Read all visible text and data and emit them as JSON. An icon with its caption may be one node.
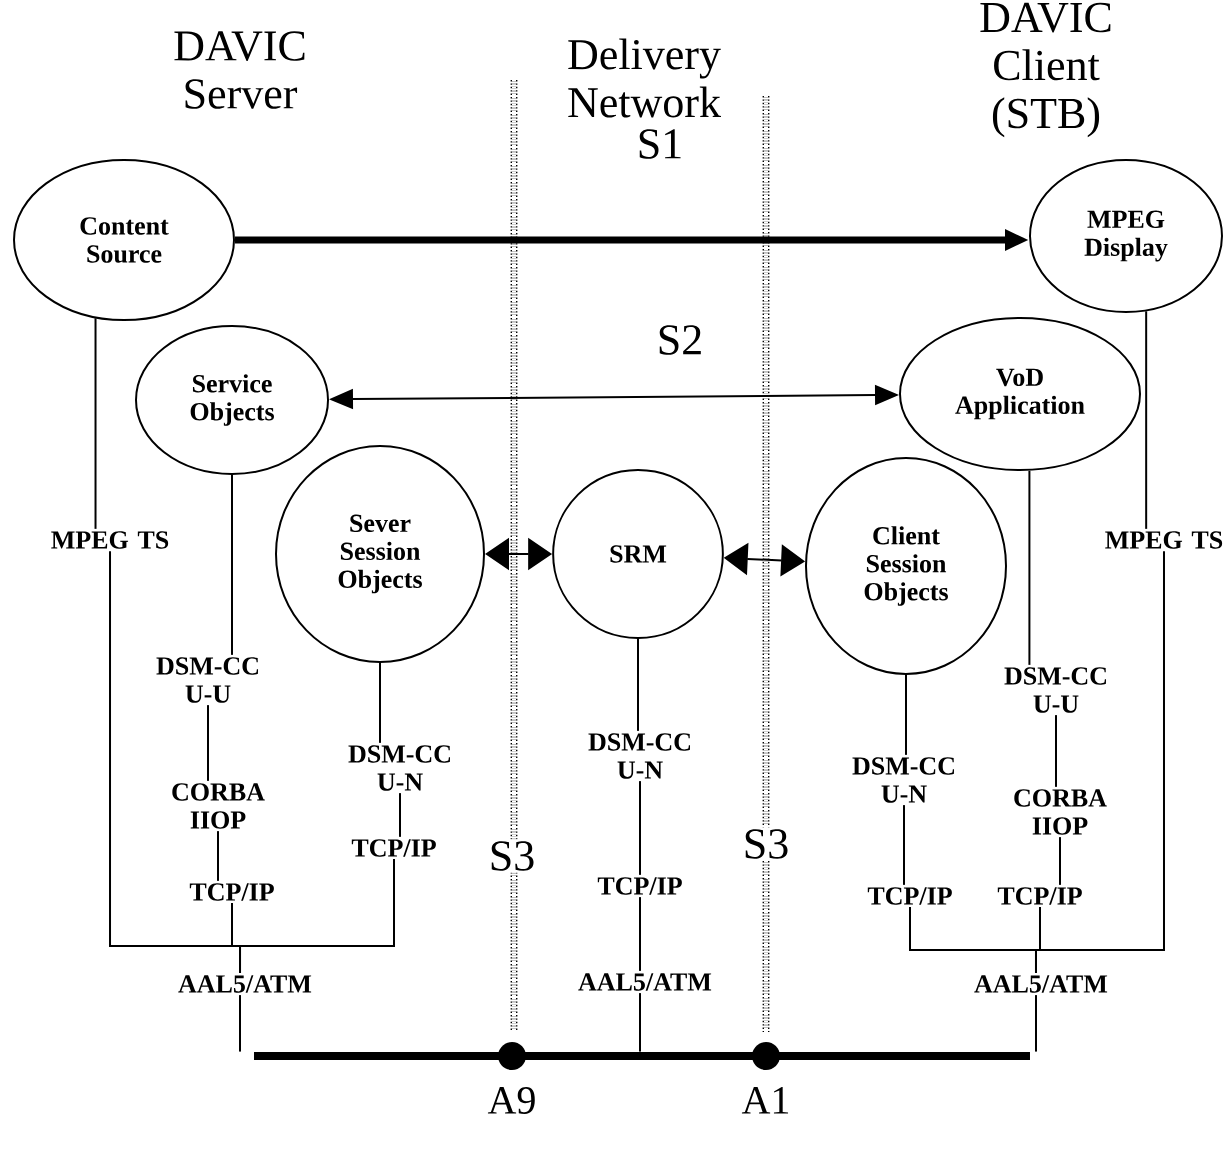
{
  "diagram": {
    "nodes": [
      {
        "text": [
          "Content Source"
        ]
      },
      {
        "text": [
          "MPEG Display"
        ]
      },
      {
        "text": [
          "Service Objects"
        ]
      },
      {
        "text": [
          "VoD Application"
        ]
      },
      {
        "text": [
          "Sever Session Objects"
        ]
      },
      {
        "text": [
          "SRM"
        ]
      },
      {
        "text": [
          "Client Session Objects"
        ]
      },
      {
        "text": [
          "MPEG TS"
        ]
      },
      {
        "text": [
          "DSM-CC U-U"
        ]
      },
      {
        "text": [
          "CORBA IIOP"
        ]
      },
      {
        "text": [
          "TCP/IP"
        ]
      },
      {
        "text": [
          "DSM-CC U-N"
        ]
      },
      {
        "text": [
          "TCP/IP"
        ]
      },
      {
        "text": [
          "AAL5/ATM"
        ]
      },
      {
        "text": [
          "DSM-CC U-N"
        ]
      },
      {
        "text": [
          "TCP/IP"
        ]
      },
      {
        "text": [
          "AAL5/ATM"
        ]
      },
      {
        "text": [
          "DSM-CC U-N"
        ]
      },
      {
        "text": [
          "TCP/IP"
        ]
      },
      {
        "text": [
          "DSM-CC U-U"
        ]
      },
      {
        "text": [
          "CORBA IIOP"
        ]
      },
      {
        "text": [
          "TCP/IP"
        ]
      },
      {
        "text": [
          "MPEG TS"
        ]
      },
      {
        "text": [
          "AAL5/ATM"
        ]
      },
      {
        "text": [],
        "shape": "bar"
      },
      {
        "text": [],
        "shape": "circle",
        "beside": [
          "A9"
        ]
      },
      {
        "text": [],
        "shape": "circle",
        "beside": [
          "A1"
        ]
      }
    ],
    "edges": [
      {
        "from": 0,
        "to": 1,
        "arrow": "to",
        "label": "S1",
        "style": "thick"
      },
      {
        "from": 2,
        "to": 3,
        "arrow": "both",
        "label": "S2"
      },
      {
        "from": 4,
        "to": 5,
        "arrow": "both"
      },
      {
        "from": 5,
        "to": 6,
        "arrow": "both"
      },
      {
        "from": 0,
        "to": 7,
        "arrow": "none"
      },
      {
        "from": 2,
        "to": 8,
        "arrow": "none"
      },
      {
        "from": 8,
        "to": 9,
        "arrow": "none"
      },
      {
        "from": 9,
        "to": 10,
        "arrow": "none"
      },
      {
        "from": 4,
        "to": 11,
        "arrow": "none"
      },
      {
        "from": 11,
        "to": 12,
        "arrow": "none"
      },
      {
        "from": 7,
        "to": 13,
        "arrow": "none"
      },
      {
        "from": 10,
        "to": 13,
        "arrow": "none"
      },
      {
        "from": 12,
        "to": 13,
        "arrow": "none"
      },
      {
        "from": 5,
        "to": 14,
        "arrow": "none"
      },
      {
        "from": 14,
        "to": 15,
        "arrow": "none"
      },
      {
        "from": 15,
        "to": 16,
        "arrow": "none"
      },
      {
        "from": 6,
        "to": 17,
        "arrow": "none"
      },
      {
        "from": 17,
        "to": 18,
        "arrow": "none"
      },
      {
        "from": 3,
        "to": 19,
        "arrow": "none"
      },
      {
        "from": 19,
        "to": 20,
        "arrow": "none"
      },
      {
        "from": 20,
        "to": 21,
        "arrow": "none"
      },
      {
        "from": 1,
        "to": 22,
        "arrow": "none"
      },
      {
        "from": 18,
        "to": 23,
        "arrow": "none"
      },
      {
        "from": 21,
        "to": 23,
        "arrow": "none"
      },
      {
        "from": 22,
        "to": 23,
        "arrow": "none"
      },
      {
        "from": 13,
        "to": 24,
        "arrow": "none"
      },
      {
        "from": 16,
        "to": 24,
        "arrow": "none"
      },
      {
        "from": 23,
        "to": 24,
        "arrow": "none"
      }
    ],
    "labels": [
      "DAVIC Server",
      "Delivery Network",
      "DAVIC Client (STB)",
      "S3",
      "S3"
    ]
  }
}
